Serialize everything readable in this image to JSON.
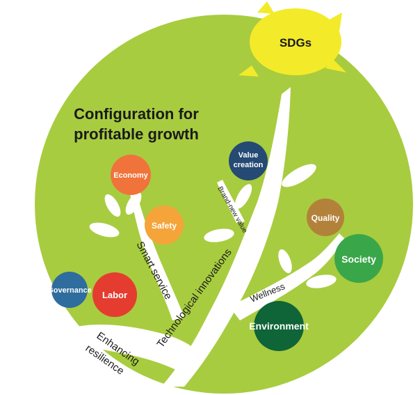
{
  "sun": {
    "label": "SDGs",
    "color": "#f3ea2a"
  },
  "title": {
    "line1": "Configuration for",
    "line2": "profitable growth"
  },
  "branches": {
    "smart_service": "Smart service",
    "technological_innovations": "Technological innovations",
    "brand_new_value": "Brand-new value",
    "wellness": "Wellness",
    "enhancing_line1": "Enhancing",
    "enhancing_line2": "resilience"
  },
  "nodes": {
    "economy": {
      "label": "Economy",
      "color": "#f0733b"
    },
    "safety": {
      "label": "Safety",
      "color": "#f5a43a"
    },
    "value_creation": {
      "label1": "Value",
      "label2": "creation",
      "color": "#254a73"
    },
    "quality": {
      "label": "Quality",
      "color": "#b3823a"
    },
    "society": {
      "label": "Society",
      "color": "#3aa64a"
    },
    "governance": {
      "label": "Governance",
      "color": "#2e6d9e"
    },
    "labor": {
      "label": "Labor",
      "color": "#e53c30"
    },
    "environment": {
      "label": "Environment",
      "color": "#0f6438"
    }
  },
  "colors": {
    "background_circle": "#a8cc3f",
    "tree": "#ffffff",
    "title": "#1a1a1a"
  }
}
